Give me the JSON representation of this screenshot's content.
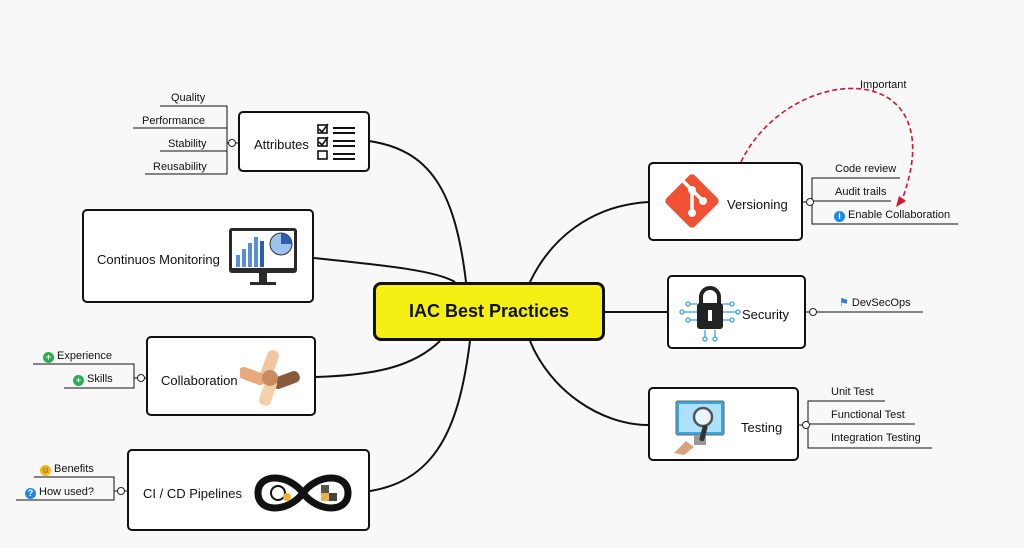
{
  "central": {
    "title": "IAC Best Practices"
  },
  "nodes": {
    "attributes": {
      "label": "Attributes",
      "children": [
        "Quality",
        "Performance",
        "Stability",
        "Reusability"
      ]
    },
    "monitoring": {
      "label": "Continuos Monitoring"
    },
    "collaboration": {
      "label": "Collaboration",
      "children": [
        "Experience",
        "Skills"
      ]
    },
    "cicd": {
      "label": "CI / CD Pipelines",
      "children": [
        "Benefits",
        "How used?"
      ]
    },
    "versioning": {
      "label": "Versioning",
      "children": [
        "Code review",
        "Audit trails",
        "Enable Collaboration"
      ]
    },
    "security": {
      "label": "Security",
      "children": [
        "DevSecOps"
      ]
    },
    "testing": {
      "label": "Testing",
      "children": [
        "Unit Test",
        "Functional Test",
        "Integration Testing"
      ]
    }
  },
  "relationship": {
    "label": "Important"
  },
  "colors": {
    "central_fill": "#f5ef14",
    "relationship_line": "#d4152b",
    "git_logo": "#f05133",
    "plus_badge": "#22b14c",
    "info_badge": "#1e88e5",
    "flag": "#2f7fd8"
  },
  "icons": {
    "attributes": "checklist-icon",
    "monitoring": "dashboard-monitor-icon",
    "collaboration": "hands-together-icon",
    "cicd": "infinity-pipeline-icon",
    "versioning": "git-logo-icon",
    "security": "padlock-circuit-icon",
    "testing": "magnifier-screen-icon",
    "experience": "plus-circle-icon",
    "skills": "plus-circle-icon",
    "benefits": "smiley-icon",
    "how_used": "question-circle-icon",
    "enable_collaboration": "info-circle-icon",
    "devsecops": "flag-icon"
  }
}
